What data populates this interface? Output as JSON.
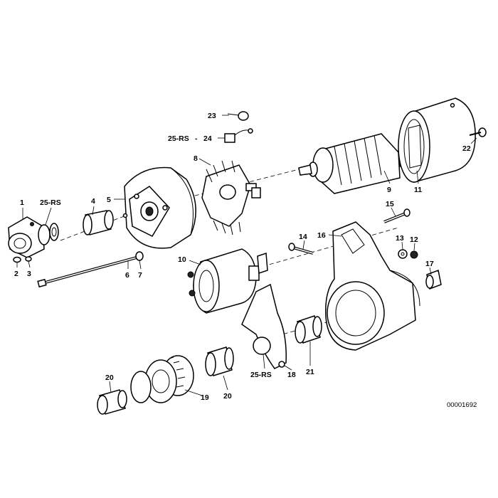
{
  "diagram": {
    "reference_number": "00001692",
    "callouts": [
      {
        "id": "c1",
        "text": "1"
      },
      {
        "id": "c25a",
        "text": "25-RS"
      },
      {
        "id": "c4",
        "text": "4"
      },
      {
        "id": "c5",
        "text": "5"
      },
      {
        "id": "c2",
        "text": "2"
      },
      {
        "id": "c3",
        "text": "3"
      },
      {
        "id": "c6",
        "text": "6"
      },
      {
        "id": "c7",
        "text": "7"
      },
      {
        "id": "c23",
        "text": "23"
      },
      {
        "id": "c25b",
        "text": "25-RS"
      },
      {
        "id": "c24",
        "text": "24"
      },
      {
        "id": "c8",
        "text": "8"
      },
      {
        "id": "c9",
        "text": "9"
      },
      {
        "id": "c11",
        "text": "11"
      },
      {
        "id": "c22",
        "text": "22"
      },
      {
        "id": "c15",
        "text": "15"
      },
      {
        "id": "c14",
        "text": "14"
      },
      {
        "id": "c16",
        "text": "16"
      },
      {
        "id": "c13",
        "text": "13"
      },
      {
        "id": "c12",
        "text": "12"
      },
      {
        "id": "c17",
        "text": "17"
      },
      {
        "id": "c10",
        "text": "10"
      },
      {
        "id": "c25c",
        "text": "25-RS"
      },
      {
        "id": "c18",
        "text": "18"
      },
      {
        "id": "c21",
        "text": "21"
      },
      {
        "id": "c20a",
        "text": "20"
      },
      {
        "id": "c19",
        "text": "19"
      },
      {
        "id": "c20b",
        "text": "20"
      }
    ]
  }
}
